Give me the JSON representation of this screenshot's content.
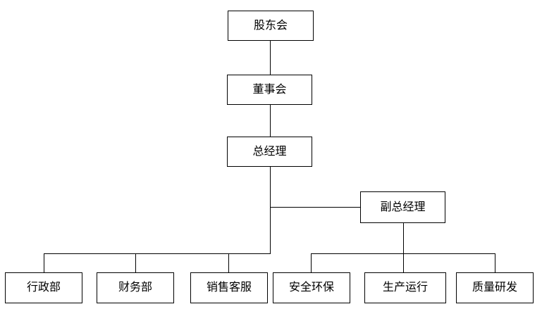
{
  "diagram": {
    "type": "org-chart",
    "background_color": "#ffffff",
    "line_color": "#000000",
    "box_border_color": "#000000",
    "box_fill_color": "#ffffff",
    "text_color": "#000000"
  },
  "labels": {
    "shareholders": "股东会",
    "board": "董事会",
    "general_manager": "总经理",
    "deputy_general_manager": "副总经理",
    "admin_dept": "行政部",
    "finance_dept": "财务部",
    "sales_service": "销售客服",
    "safety_env": "安全环保",
    "production_ops": "生产运行",
    "quality_rd": "质量研发"
  },
  "edges": [
    {
      "from": "股东会",
      "to": "董事会"
    },
    {
      "from": "董事会",
      "to": "总经理"
    },
    {
      "from": "总经理",
      "to": "副总经理"
    },
    {
      "from": "总经理",
      "to": "行政部"
    },
    {
      "from": "总经理",
      "to": "财务部"
    },
    {
      "from": "总经理",
      "to": "销售客服"
    },
    {
      "from": "副总经理",
      "to": "安全环保"
    },
    {
      "from": "副总经理",
      "to": "生产运行"
    },
    {
      "from": "副总经理",
      "to": "质量研发"
    }
  ]
}
